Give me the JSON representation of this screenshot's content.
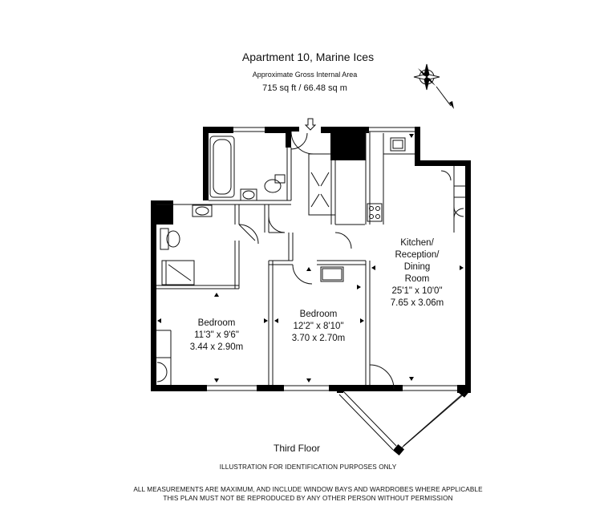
{
  "header": {
    "title": "Apartment 10, Marine Ices",
    "subtitle": "Approximate Gross Internal Area",
    "area": "715 sq ft  /  66.48 sq m"
  },
  "rooms": {
    "bedroom1": {
      "name": "Bedroom",
      "imperial": "11'3\" x 9'6\"",
      "metric": "3.44 x 2.90m"
    },
    "bedroom2": {
      "name": "Bedroom",
      "imperial": "12'2\" x 8'10\"",
      "metric": "3.70 x 2.70m"
    },
    "kitchen": {
      "name_lines": [
        "Kitchen/",
        "Reception/",
        "Dining",
        "Room"
      ],
      "imperial": "25'1\" x 10'0\"",
      "metric": "7.65 x 3.06m"
    }
  },
  "floor_label": "Third Floor",
  "disclaimers": [
    "ILLUSTRATION FOR IDENTIFICATION PURPOSES ONLY",
    "ALL MEASUREMENTS ARE MAXIMUM, AND INCLUDE WINDOW BAYS AND WARDROBES WHERE APPLICABLE",
    "THIS PLAN MUST NOT BE REPRODUCED BY ANY OTHER PERSON WITHOUT PERMISSION"
  ],
  "icons": {
    "compass": "compass-rose-icon",
    "entrance": "entrance-arrow-icon"
  },
  "colors": {
    "wall": "#000000",
    "line": "#111111",
    "background": "#ffffff"
  }
}
